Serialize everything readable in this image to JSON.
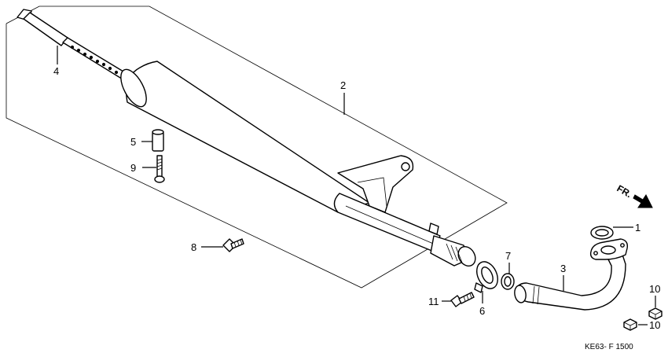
{
  "labels": {
    "p1": "1",
    "p2": "2",
    "p3": "3",
    "p4": "4",
    "p5": "5",
    "p6": "6",
    "p7": "7",
    "p8": "8",
    "p9": "9",
    "p10a": "10",
    "p10b": "10",
    "p11": "11"
  },
  "direction": {
    "text": "FR."
  },
  "diagram_code": "KE63- F 1500",
  "icons": {
    "direction": "arrow-right-down-icon"
  }
}
